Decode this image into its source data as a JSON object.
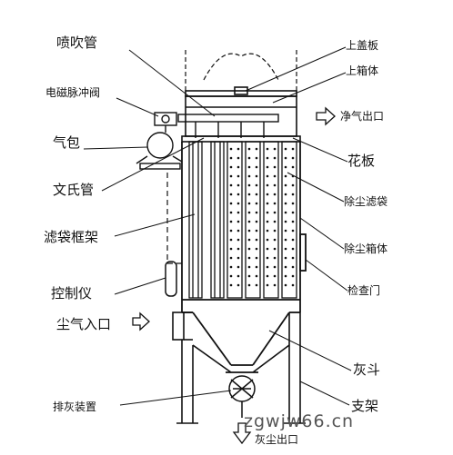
{
  "labels": {
    "blow_pipe": "喷吹管",
    "solenoid_valve": "电磁脉冲阀",
    "air_bag": "气包",
    "venturi": "文氏管",
    "bag_cage": "滤袋框架",
    "controller": "控制仪",
    "dirty_inlet": "尘气入口",
    "discharge_device": "排灰装置",
    "top_cover": "上盖板",
    "upper_box": "上箱体",
    "clean_outlet": "净气出口",
    "tube_sheet": "花板",
    "filter_bag": "除尘滤袋",
    "dust_box": "除尘箱体",
    "inspection_door": "检查门",
    "ash_hopper": "灰斗",
    "support": "支架",
    "ash_outlet": "灰尘出口"
  },
  "watermark": "zgwjw66.cn",
  "colors": {
    "line": "#111111",
    "text": "#111111",
    "background": "#ffffff"
  }
}
